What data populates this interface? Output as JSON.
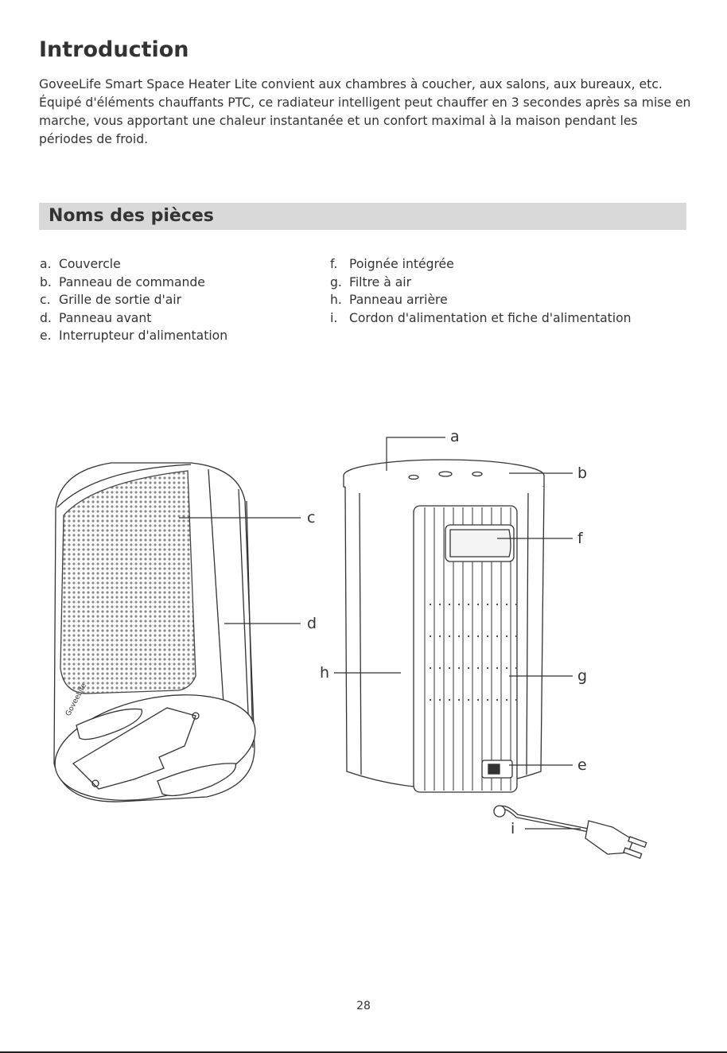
{
  "intro": {
    "title": "Introduction",
    "body": "GoveeLife Smart Space Heater Lite convient aux chambres à coucher, aux salons, aux bureaux, etc. Équipé d'éléments chauffants PTC, ce radiateur intelligent peut chauffer en 3 secondes après sa mise en marche, vous apportant une chaleur instantanée et un confort maximal à la maison pendant les périodes de froid."
  },
  "parts": {
    "heading": "Noms des pièces",
    "left": [
      {
        "letter": "a.",
        "name": "Couvercle"
      },
      {
        "letter": "b.",
        "name": "Panneau de commande"
      },
      {
        "letter": "c.",
        "name": "Grille de sortie d'air"
      },
      {
        "letter": "d.",
        "name": "Panneau avant"
      },
      {
        "letter": "e.",
        "name": "Interrupteur d'alimentation"
      }
    ],
    "right": [
      {
        "letter": "f.",
        "name": "Poignée intégrée"
      },
      {
        "letter": "g.",
        "name": "Filtre à air"
      },
      {
        "letter": "h.",
        "name": "Panneau arrière"
      },
      {
        "letter": "i.",
        "name": "Cordon d'alimentation et fiche d'alimentation"
      }
    ]
  },
  "diagram": {
    "callouts": {
      "a": "a",
      "b": "b",
      "c": "c",
      "d": "d",
      "e": "e",
      "f": "f",
      "g": "g",
      "h": "h",
      "i": "i"
    },
    "brand_mark": "GoveeLife"
  },
  "footer": {
    "page_number": "28"
  }
}
